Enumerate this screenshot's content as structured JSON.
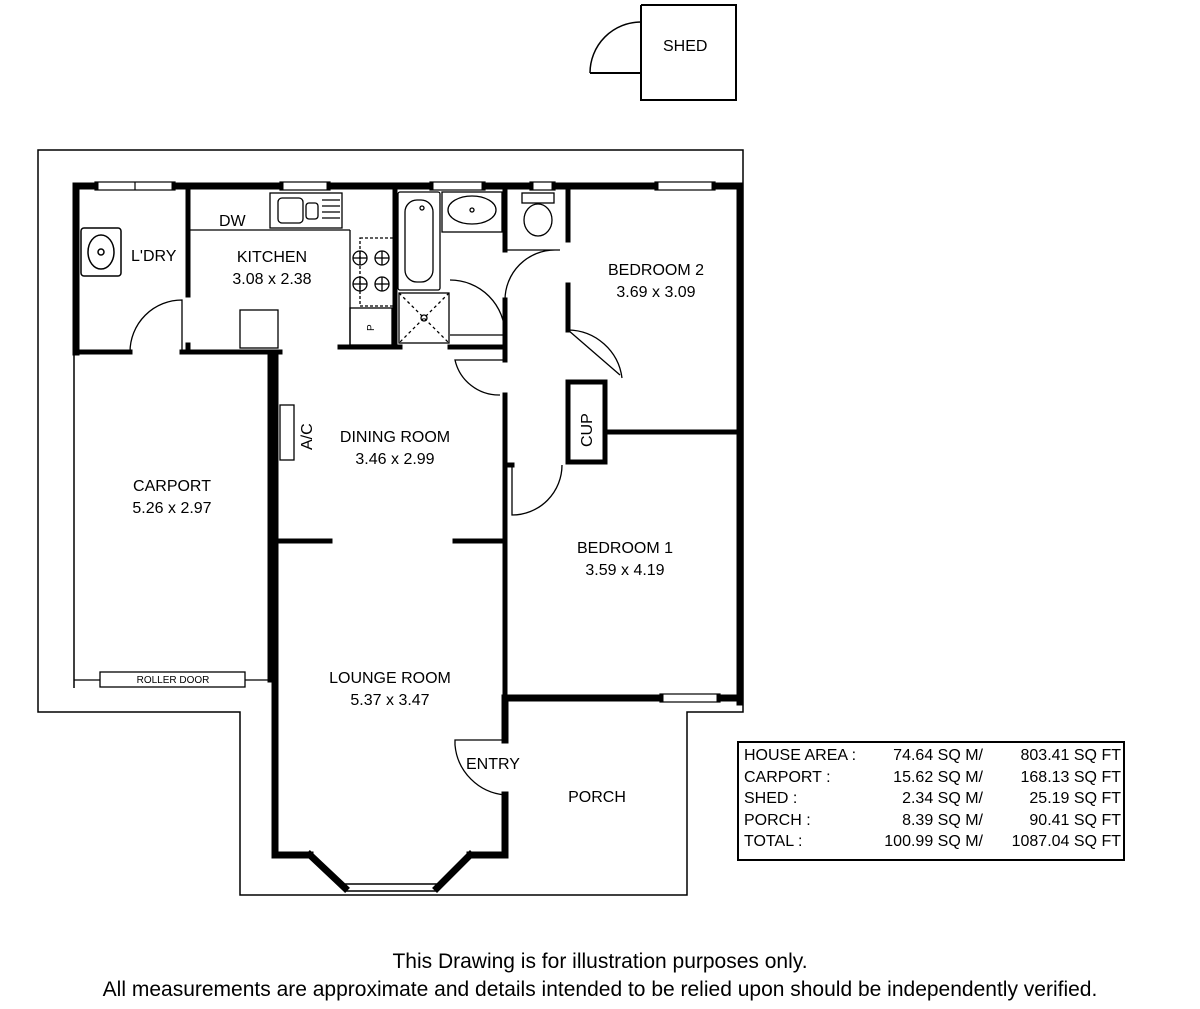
{
  "rooms": {
    "shed": "SHED",
    "laundry": "L'DRY",
    "dishwasher": "DW",
    "kitchen": {
      "name": "KITCHEN",
      "dims": "3.08 x 2.38"
    },
    "bedroom2": {
      "name": "BEDROOM 2",
      "dims": "3.69 x 3.09"
    },
    "dining": {
      "name": "DINING ROOM",
      "dims": "3.46 x 2.99"
    },
    "carport": {
      "name": "CARPORT",
      "dims": "5.26 x 2.97"
    },
    "bedroom1": {
      "name": "BEDROOM 1",
      "dims": "3.59 x 4.19"
    },
    "lounge": {
      "name": "LOUNGE ROOM",
      "dims": "5.37 x 3.47"
    },
    "porch": "PORCH",
    "entry": "ENTRY",
    "ac": "A/C",
    "cupboard": "CUP",
    "pantry": "P",
    "roller_door": "ROLLER DOOR"
  },
  "areas": [
    {
      "label": "HOUSE AREA :",
      "sqm": "74.64 SQ M/",
      "sqft": "803.41 SQ FT"
    },
    {
      "label": "CARPORT :",
      "sqm": "15.62 SQ M/",
      "sqft": "168.13 SQ FT"
    },
    {
      "label": "SHED :",
      "sqm": "2.34 SQ M/",
      "sqft": "25.19 SQ FT"
    },
    {
      "label": "PORCH :",
      "sqm": "8.39 SQ M/",
      "sqft": "90.41 SQ FT"
    },
    {
      "label": "TOTAL :",
      "sqm": "100.99 SQ M/",
      "sqft": "1087.04 SQ FT"
    }
  ],
  "disclaimer": {
    "line1": "This Drawing is for illustration purposes only.",
    "line2": "All measurements are approximate and details intended to be relied upon should be independently verified."
  }
}
